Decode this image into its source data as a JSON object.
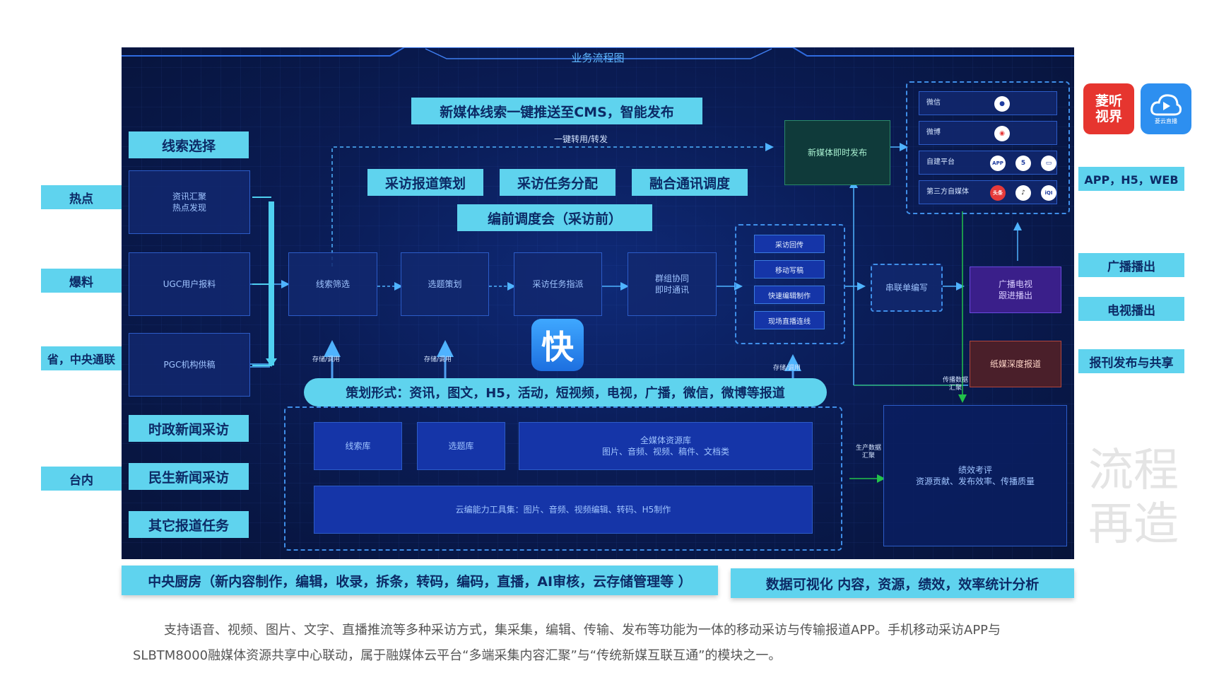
{
  "diagram": {
    "title": "业务流程图",
    "top_banner": "新媒体线索一键推送至CMS，智能发布",
    "one_click": "一键转用/转发",
    "xiansuo_xuanze": "线索选择",
    "left_tags": [
      "热点",
      "爆料",
      "省，中央通联",
      "台内"
    ],
    "sources": [
      "资讯汇聚\n热点发现",
      "UGC用户报料",
      "PGC机构供稿"
    ],
    "planning_tags": [
      "采访报道策划",
      "采访任务分配",
      "融合通讯调度"
    ],
    "meeting": "编前调度会（采访前）",
    "flow": [
      "线索筛选",
      "选题策划",
      "采访任务指派",
      "群组协同\n即时通讯"
    ],
    "tools": [
      "采访回传",
      "移动写稿",
      "快速编辑制作",
      "现场直播连线"
    ],
    "rundown": "串联单编写",
    "broadcast": "广播电视\n跟进播出",
    "print": "纸媒深度报道",
    "instant": "新媒体即时发布",
    "channels": [
      "微信",
      "微博",
      "自建平台",
      "第三方自媒体"
    ],
    "channel_icons": [
      "wechat-icon",
      "weibo-icon",
      "app-icon",
      "h5-icon",
      "web-icon",
      "toutiao-icon",
      "douyin-icon",
      "iqiyi-icon"
    ],
    "store_label": "存储/调用",
    "quick_logo": "快",
    "planning_form": "策划形式：资讯，图文，H5，活动，短视频，电视，广播，微信，微博等报道",
    "news_types": [
      "时政新闻采访",
      "民生新闻采访",
      "其它报道任务"
    ],
    "libs": [
      "线索库",
      "选题库"
    ],
    "resource_lib": "全媒体资源库",
    "resource_sub": "图片、音频、视频、稿件、文档类",
    "cloud_tools": "云编能力工具集：图片、音频、视频编辑、转码、H5制作",
    "prod_data": "生产数据\n汇聚",
    "spread_data": "传播数据\n汇聚",
    "kpi_title": "绩效考评",
    "kpi_sub": "资源贡献、发布效率、传播质量",
    "right_tags": [
      "APP，H5，WEB",
      "广播播出",
      "电视播出",
      "报刊发布与共享"
    ],
    "kitchen": "中央厨房（新内容制作，编辑，收录，拆条，转码，编码，直播，AI审核，云存储管理等 ）",
    "analytics": "数据可视化 内容，资源，绩效，效率统计分析",
    "logo1": "菱听\n视界",
    "logo2_sub": "菱云直播",
    "watermark": "流程\n再造"
  },
  "description": "支持语音、视频、图片、文字、直播推流等多种采访方式，集采集，编辑、传输、发布等功能为一体的移动采访与传输报道APP。手机移动采访APP与SLBTM8000融媒体资源共享中心联动，属于融媒体云平台“多端采集内容汇聚”与“传统新媒互联互通”的模块之一。",
  "colors": {
    "panel": "#0a1c55",
    "cyan": "#5fd3ee",
    "accent_red": "#e63a3a",
    "accent_blue": "#2d8ff0"
  }
}
